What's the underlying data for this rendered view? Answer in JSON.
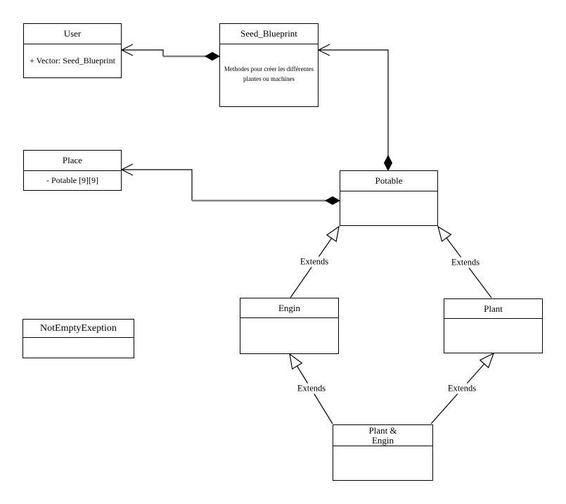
{
  "diagram": {
    "kind": "uml-class-diagram",
    "colors": {
      "background": "#ffffff",
      "line": "#000000",
      "aggregation_segment_gray": "#808080",
      "box_border": "#000000",
      "box_fill": "#ffffff"
    }
  },
  "classes": {
    "user": {
      "name": "User",
      "attributes": [
        "+ Vector: Seed_Blueprint"
      ]
    },
    "seed_blueprint": {
      "name": "Seed_Blueprint",
      "note_lines": [
        "Methodes pour créer les différentes",
        "plantes ou machines"
      ]
    },
    "place": {
      "name": "Place",
      "attributes": [
        "- Potable [9][9]"
      ]
    },
    "potable": {
      "name": "Potable"
    },
    "engin": {
      "name": "Engin"
    },
    "plant": {
      "name": "Plant"
    },
    "not_empty_exeption": {
      "name": "NotEmptyExeption"
    },
    "plant_engin": {
      "name_lines": [
        "Plant &",
        "Engin"
      ]
    }
  },
  "labels": {
    "extends_engin_potable": "Extends",
    "extends_plant_potable": "Extends",
    "extends_plantengin_engin": "Extends",
    "extends_plantengin_plant": "Extends"
  }
}
